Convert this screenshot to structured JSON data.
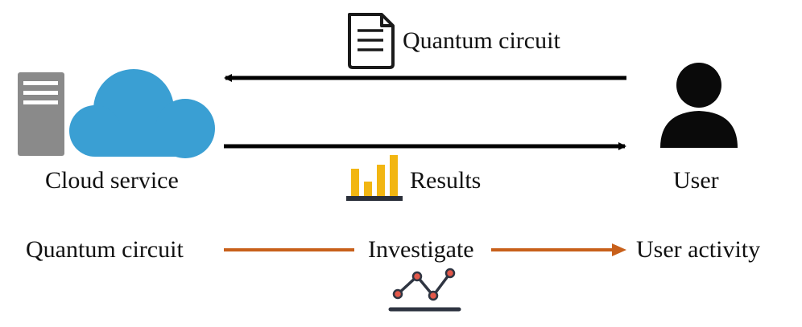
{
  "top_flow": {
    "request_label": "Quantum circuit",
    "request_icon": "document-icon",
    "response_label": "Results",
    "response_icon": "bar-chart-icon"
  },
  "cloud": {
    "label": "Cloud service",
    "icons": [
      "server-icon",
      "cloud-icon"
    ]
  },
  "user": {
    "label": "User",
    "icon": "user-icon"
  },
  "bottom_flow": {
    "source_label": "Quantum circuit",
    "middle_label": "Investigate",
    "target_label": "User activity",
    "icon": "line-chart-icon"
  },
  "colors": {
    "arrow_black": "#000000",
    "arrow_orange": "#c8601a",
    "cloud_blue": "#3a9fd3",
    "server_gray": "#8a8a8a",
    "bar_gold": "#f2b612",
    "bar_base": "#2a2f3a",
    "line_chart_red": "#e2584a",
    "line_chart_stroke": "#2f3542"
  }
}
